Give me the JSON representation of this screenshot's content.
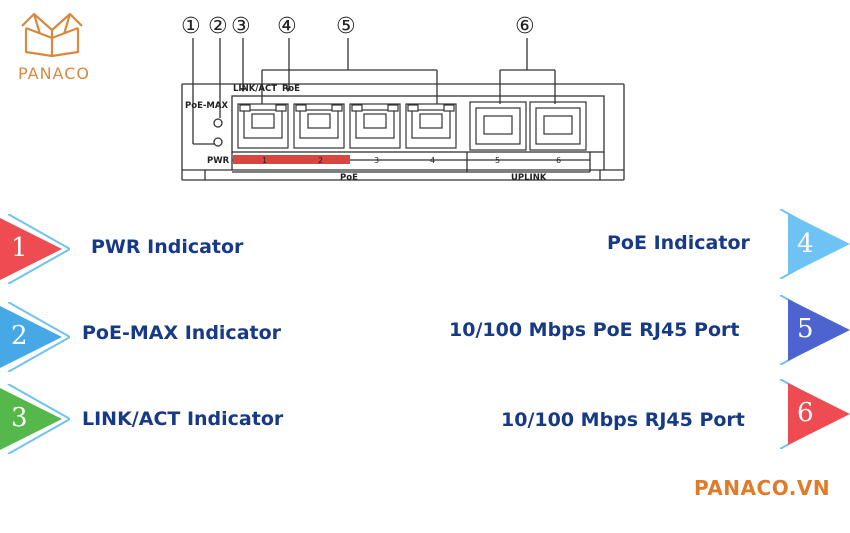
{
  "brand": {
    "logo_text": "PANACO",
    "site": "PANACO.VN"
  },
  "device": {
    "callouts": [
      "①",
      "②",
      "③",
      "④",
      "⑤",
      "⑥"
    ],
    "labels": {
      "poe_max": "PoE-MAX",
      "pwr": "PWR",
      "link_act": "LINK/ACT",
      "poe_top": "PoE",
      "poe_group": "PoE",
      "uplink_group": "UPLINK"
    },
    "ports": [
      "1",
      "2",
      "3",
      "4",
      "5",
      "6"
    ],
    "colors": {
      "highlight": "#d9453f",
      "line": "#333333"
    }
  },
  "legend": [
    {
      "num": "1",
      "label": "PWR Indicator",
      "color": "#ee4b52"
    },
    {
      "num": "2",
      "label": "PoE-MAX Indicator",
      "color": "#46a9e6"
    },
    {
      "num": "3",
      "label": "LINK/ACT Indicator",
      "color": "#55b84a"
    },
    {
      "num": "4",
      "label": "PoE Indicator",
      "color": "#6ec3f4"
    },
    {
      "num": "5",
      "label": "10/100 Mbps PoE RJ45 Port",
      "color": "#4d63d0"
    },
    {
      "num": "6",
      "label": "10/100 Mbps RJ45 Port",
      "color": "#ee4b52"
    }
  ]
}
